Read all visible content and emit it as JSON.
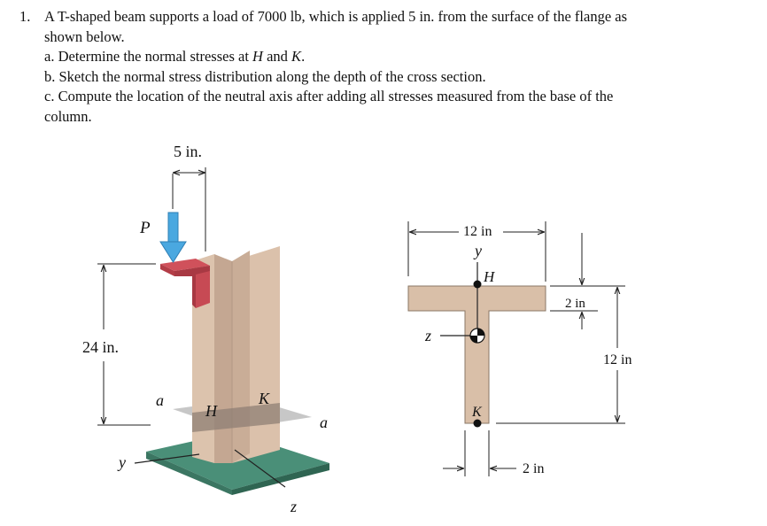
{
  "problem": {
    "number": "1.",
    "stem_line1": "A T-shaped beam supports a load of 7000 lb, which is applied 5 in. from the surface of the flange as",
    "stem_line2": "shown below.",
    "parts": [
      {
        "pre": "a. Determine the normal stresses at ",
        "v1": "H",
        "mid": " and ",
        "v2": "K",
        "post": "."
      },
      {
        "text": "b. Sketch the normal stress distribution along the depth of the cross section."
      },
      {
        "line1": "c. Compute the location of the neutral axis after adding all stresses measured from the base of the",
        "line2": "column."
      }
    ]
  },
  "figure_3d": {
    "offset_label": "5 in.",
    "load_label": "P",
    "height_label": "24 in.",
    "point_h": "H",
    "point_k": "K",
    "section_left": "a",
    "section_right": "a",
    "axis_y": "y",
    "axis_z": "z"
  },
  "cross_section": {
    "width_label": "12 in",
    "axis_y": "y",
    "axis_z": "z",
    "point_h": "H",
    "point_k": "K",
    "flange_label": "2 in",
    "depth_label": "12 in",
    "web_label": "2 in"
  },
  "colors": {
    "beam": "#d9bfa8",
    "beam_dark": "#b89c86",
    "arrow": "#4aa8e0",
    "bracket": "#cc4b55",
    "base": "#4a8f78",
    "plane": "#bdbdbd"
  }
}
